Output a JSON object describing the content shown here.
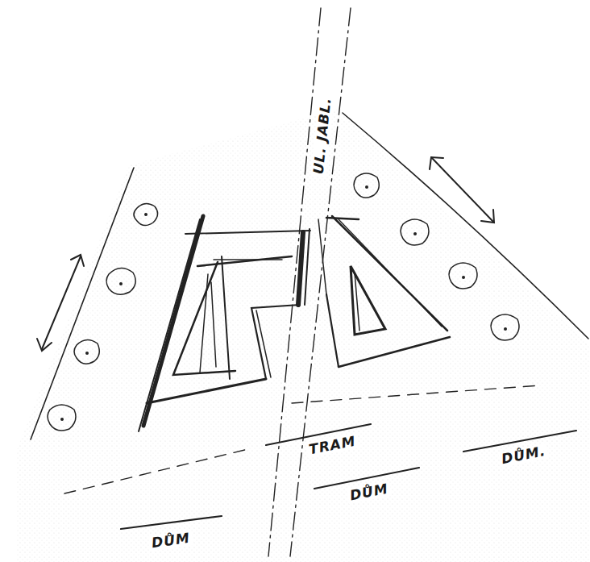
{
  "diagram": {
    "labels": [
      "UL. JABL.",
      "TRAM",
      "DŮM",
      "DŮM",
      "DŮM."
    ]
  }
}
